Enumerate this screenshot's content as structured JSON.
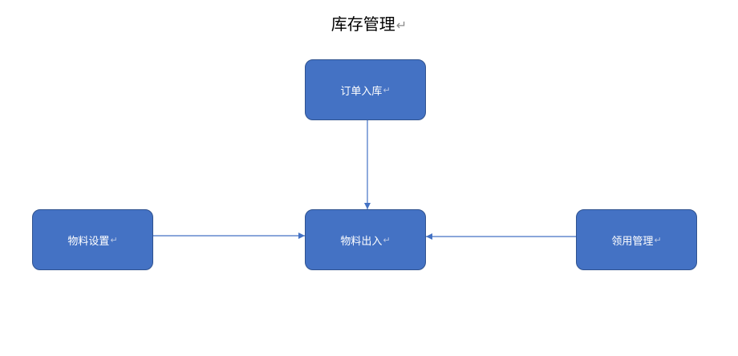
{
  "title": "库存管理",
  "paragraph_mark": "↵",
  "nodes": [
    {
      "label": "订单入库"
    },
    {
      "label": "物料设置"
    },
    {
      "label": "物料出入"
    },
    {
      "label": "领用管理"
    }
  ],
  "colors": {
    "title_text": "#000000",
    "title_mark": "#8c8c8c",
    "box_fill": "#4472C4",
    "box_border": "#2F528F",
    "box_text": "#FFFFFF",
    "box_mark": "#b7c6e4",
    "arrow": "#4472C4"
  }
}
